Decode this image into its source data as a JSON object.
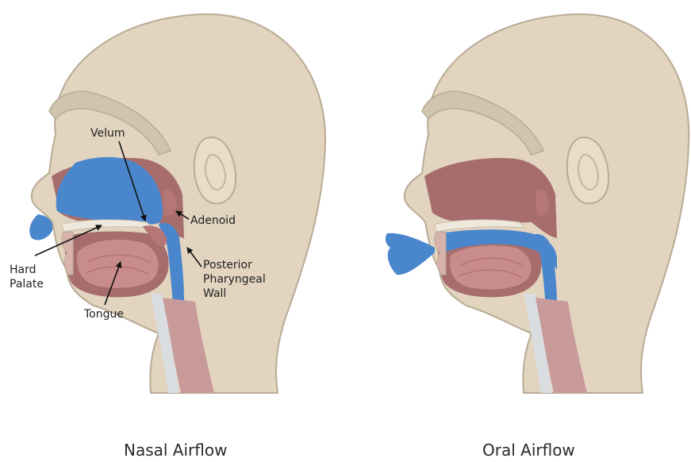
{
  "colors": {
    "skin": "#e2d4bf",
    "skin_outline": "#b9ab96",
    "bone": "#cfc4ad",
    "cavity_tissue": "#a66d6c",
    "tongue": "#c98c8c",
    "airflow": "#4a86cc",
    "spine": "#d9dde0",
    "text": "#222222",
    "arrow": "#111111"
  },
  "icons": {
    "airflow_shape": "airflow-blue-region",
    "pointer": "arrow-pointer"
  },
  "left_panel": {
    "caption": "Nasal Airflow",
    "labels": {
      "velum": "Velum",
      "adenoid": "Adenoid",
      "hard_palate_line1": "Hard",
      "hard_palate_line2": "Palate",
      "posterior_line1": "Posterior",
      "posterior_line2": "Pharyngeal",
      "posterior_line3": "Wall",
      "tongue": "Tongue"
    }
  },
  "right_panel": {
    "caption": "Oral Airflow"
  }
}
